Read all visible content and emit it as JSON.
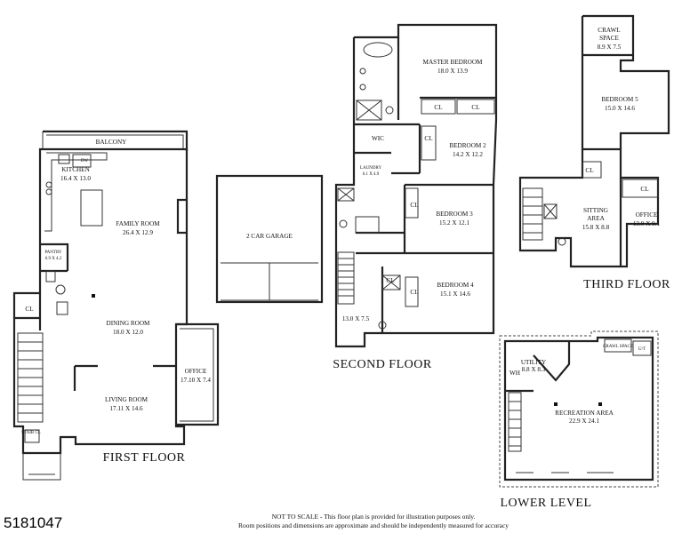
{
  "floors": {
    "first": "FIRST FLOOR",
    "second": "SECOND FLOOR",
    "third": "THIRD FLOOR",
    "lower": "LOWER LEVEL"
  },
  "rooms": {
    "balcony": {
      "name": "BALCONY"
    },
    "kitchen": {
      "name": "KITCHEN",
      "dims": "16.4 X 13.0"
    },
    "dw": {
      "name": "DW"
    },
    "family": {
      "name": "FAMILY ROOM",
      "dims": "26.4 X 12.9"
    },
    "pantry": {
      "name": "PANTRY",
      "dims": "6.9 X 4.2"
    },
    "dining": {
      "name": "DINING ROOM",
      "dims": "18.0 X 12.0"
    },
    "living": {
      "name": "LIVING ROOM",
      "dims": "17.11 X 14.6"
    },
    "office1": {
      "name": "OFFICE",
      "dims": "17.10 X 7.4"
    },
    "garage": {
      "name": "2 CAR GARAGE"
    },
    "master": {
      "name": "MASTER BEDROOM",
      "dims": "18.0 X 13.9"
    },
    "wic": {
      "name": "WIC"
    },
    "laundry": {
      "name": "LAUNDRY",
      "dims": "6.1 X 4.9"
    },
    "bed2": {
      "name": "BEDROOM 2",
      "dims": "14.2 X 12.2"
    },
    "bed3": {
      "name": "BEDROOM 3",
      "dims": "15.2 X 12.1"
    },
    "bed4": {
      "name": "BEDROOM 4",
      "dims": "15.1 X 14.6"
    },
    "hall2": {
      "dims": "13.0 X 7.5"
    },
    "crawl": {
      "name": "CRAWL",
      "name2": "SPACE",
      "dims": "8.9 X 7.5"
    },
    "bed5": {
      "name": "BEDROOM 5",
      "dims": "15.0 X 14.6"
    },
    "sitting": {
      "name": "SITTING",
      "name2": "AREA",
      "dims": "15.8 X 8.8"
    },
    "office3": {
      "name": "OFFICE",
      "dims": "13.0 X 9.1"
    },
    "utility": {
      "name": "UTILITY",
      "dims": "8.8 X 8.3"
    },
    "wh": {
      "name": "WH"
    },
    "rec": {
      "name": "RECREATION AREA",
      "dims": "22.9 X 24.1"
    },
    "ut": {
      "name": "U/T"
    },
    "crawl_small": {
      "name": "CRAWL SPACE"
    },
    "stair_cl": {
      "name": "STAIR CL"
    }
  },
  "closet_label": "CL",
  "listing_id": "5181047",
  "disclaimer": {
    "line1": "NOT TO SCALE - This floor plan is provided for illustration purposes only.",
    "line2": "Room positions and dimensions are approximate and should be independently measured for accuracy"
  }
}
